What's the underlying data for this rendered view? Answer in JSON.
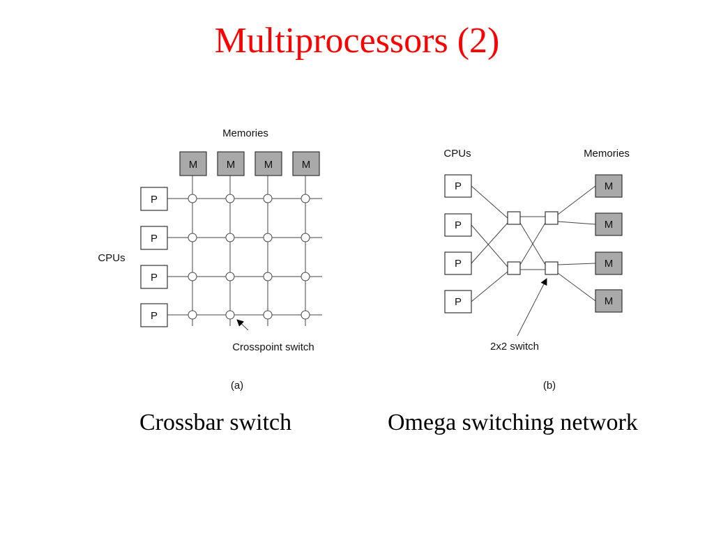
{
  "title": "Multiprocessors (2)",
  "crossbar": {
    "memories_label": "Memories",
    "cpus_label": "CPUs",
    "memory_label": "M",
    "cpu_label": "P",
    "memory_count": 4,
    "cpu_count": 4,
    "annotation": "Crosspoint switch",
    "sublabel": "(a)",
    "caption": "Crossbar switch"
  },
  "omega": {
    "cpus_label": "CPUs",
    "memories_label": "Memories",
    "cpu_label": "P",
    "memory_label": "M",
    "cpu_count": 4,
    "memory_count": 4,
    "annotation": "2x2 switch",
    "sublabel": "(b)",
    "caption": "Omega switching network"
  },
  "colors": {
    "title": "#ff0000",
    "memory_fill": "#a9a9a9"
  }
}
